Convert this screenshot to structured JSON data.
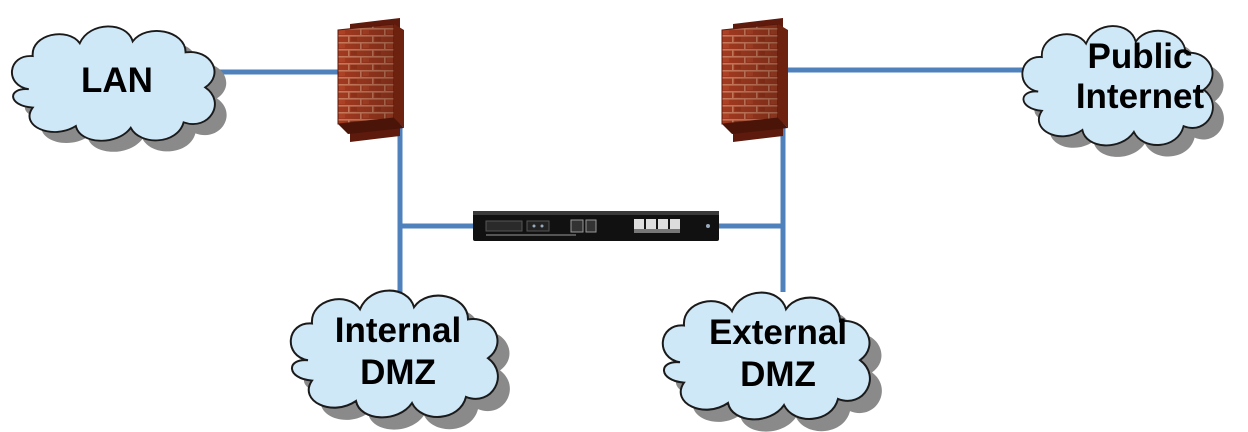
{
  "colors": {
    "line": "#4f81bd",
    "cloud_fill": "#cfe8f8",
    "cloud_stroke": "#1a1a1a",
    "cloud_shadow": "#8a8a8a",
    "brick": "#a33a20",
    "brick_dark": "#5e1a0c",
    "mortar": "#c97a5c",
    "device_body": "#1a1a1a"
  },
  "nodes": {
    "lan": {
      "label": "LAN"
    },
    "public_internet": {
      "label_line1": "Public",
      "label_line2": "Internet"
    },
    "internal_dmz": {
      "label_line1": "Internal",
      "label_line2": "DMZ"
    },
    "external_dmz": {
      "label_line1": "External",
      "label_line2": "DMZ"
    },
    "inner_firewall": {
      "icon": "brick-wall-icon"
    },
    "outer_firewall": {
      "icon": "brick-wall-icon"
    },
    "appliance": {
      "icon": "rack-server-icon"
    }
  },
  "connections": [
    {
      "from": "lan",
      "to": "inner_firewall"
    },
    {
      "from": "inner_firewall",
      "to": "appliance"
    },
    {
      "from": "inner_firewall",
      "to": "internal_dmz"
    },
    {
      "from": "appliance",
      "to": "outer_firewall"
    },
    {
      "from": "outer_firewall",
      "to": "external_dmz"
    },
    {
      "from": "outer_firewall",
      "to": "public_internet"
    }
  ]
}
